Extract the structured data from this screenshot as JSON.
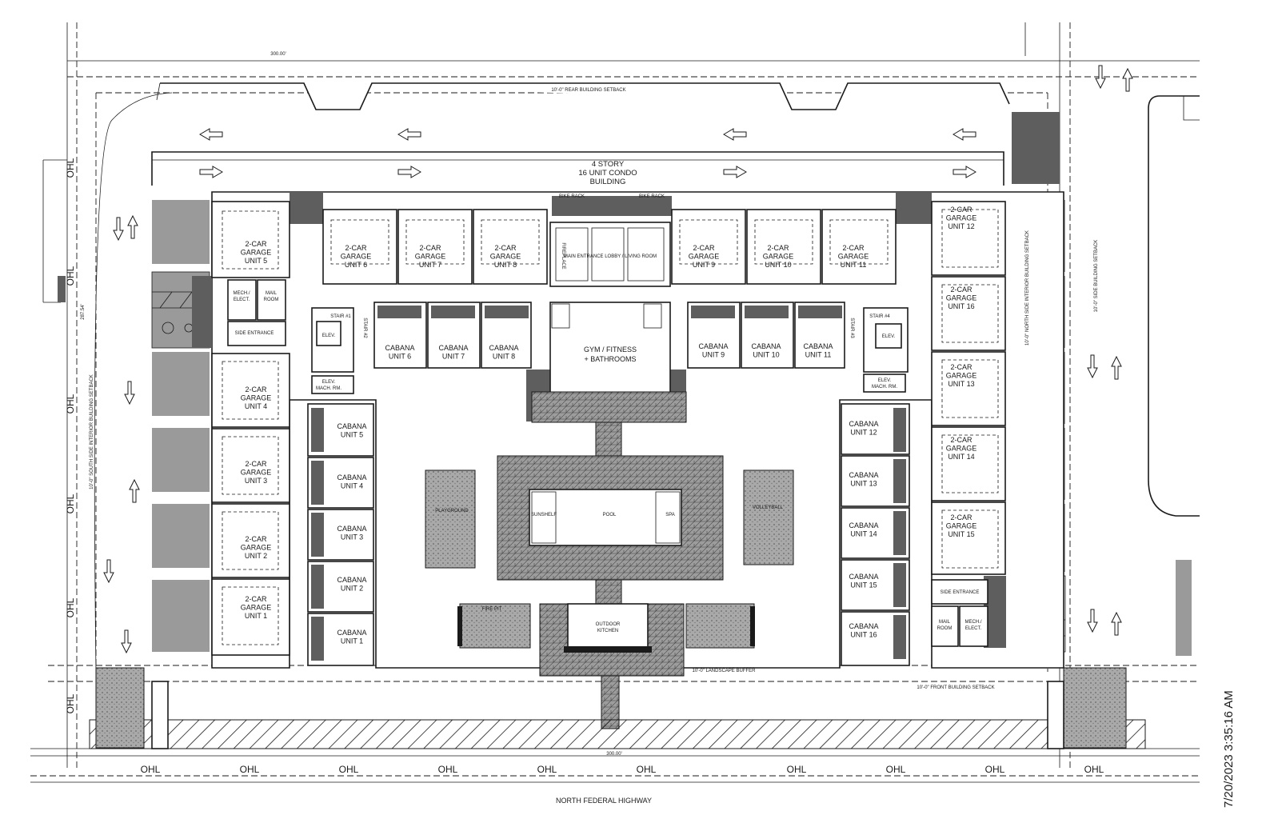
{
  "labels": {
    "road": "NORTH FEDERAL HIGHWAY",
    "building": [
      "4 STORY",
      "16 UNIT CONDO",
      "BUILDING"
    ],
    "rear_setback": "10'-0\" REAR BUILDING SETBACK",
    "front_setback": "10'-0\" FRONT BUILDING SETBACK",
    "landscape_buffer": "10'-0\" LANDSCAPE BUFFER",
    "south_setback": "10'-0\" SOUTH SIDE INTERIOR BUILDING SETBACK",
    "north_setback": "10'-0\" NORTH SIDE INTERIOR BUILDING SETBACK",
    "side_setback": "10'-0\" SIDE BUILDING SETBACK",
    "dim_top": "300.00'",
    "dim_bottom": "300.00'",
    "dim_left": "287.54'",
    "ohl": "OHL",
    "bike_rack": "BIKE RACK",
    "main_entrance": "MAIN ENTRANCE LOBBY / LIVING ROOM",
    "fireplace": "FIREPLACE",
    "gym": [
      "GYM / FITNESS",
      "+ BATHROOMS"
    ],
    "pool": "POOL",
    "sunshelf": "SUNSHELF",
    "spa": "SPA",
    "playground": "PLAYGROUND",
    "volleyball": "VOLLEYBALL",
    "outdoor_kitchen": [
      "OUTDOOR",
      "KITCHEN"
    ],
    "fire_pit": "FIRE PIT",
    "side_entrance": "SIDE ENTRANCE",
    "mech": [
      "MECH./",
      "ELECT."
    ],
    "mail": [
      "MAIL",
      "ROOM"
    ],
    "elev": "ELEV.",
    "elev_mach": [
      "ELEV.",
      "MACH. RM."
    ],
    "stair": [
      "STAIR #1",
      "STAIR #2",
      "STAIR #3",
      "STAIR #4"
    ]
  },
  "garage_prefix": [
    "2-CAR",
    "GARAGE"
  ],
  "garages_left": [
    "UNIT 5",
    "UNIT 4",
    "UNIT 3",
    "UNIT 2",
    "UNIT 1"
  ],
  "garages_top": [
    "UNIT 6",
    "UNIT 7",
    "UNIT 8",
    "UNIT 9",
    "UNIT 10",
    "UNIT 11"
  ],
  "garages_right": [
    "UNIT 12",
    "UNIT 16",
    "UNIT 13",
    "UNIT 14",
    "UNIT 15"
  ],
  "cabana_word": "CABANA",
  "cabanas_left": [
    "UNIT 5",
    "UNIT 4",
    "UNIT 3",
    "UNIT 2",
    "UNIT 1"
  ],
  "cabanas_top_left": [
    "UNIT 6",
    "UNIT 7",
    "UNIT 8"
  ],
  "cabanas_top_right": [
    "UNIT 9",
    "UNIT 10",
    "UNIT 11"
  ],
  "cabanas_right": [
    "UNIT 12",
    "UNIT 13",
    "UNIT 14",
    "UNIT 15",
    "UNIT 16"
  ],
  "timestamp": "7/20/2023 3:35:16 AM",
  "colors": {
    "ink": "#1a1a1a",
    "hatch": "#9a9a9a",
    "dark": "#5e5e5e",
    "paper": "#ffffff"
  }
}
